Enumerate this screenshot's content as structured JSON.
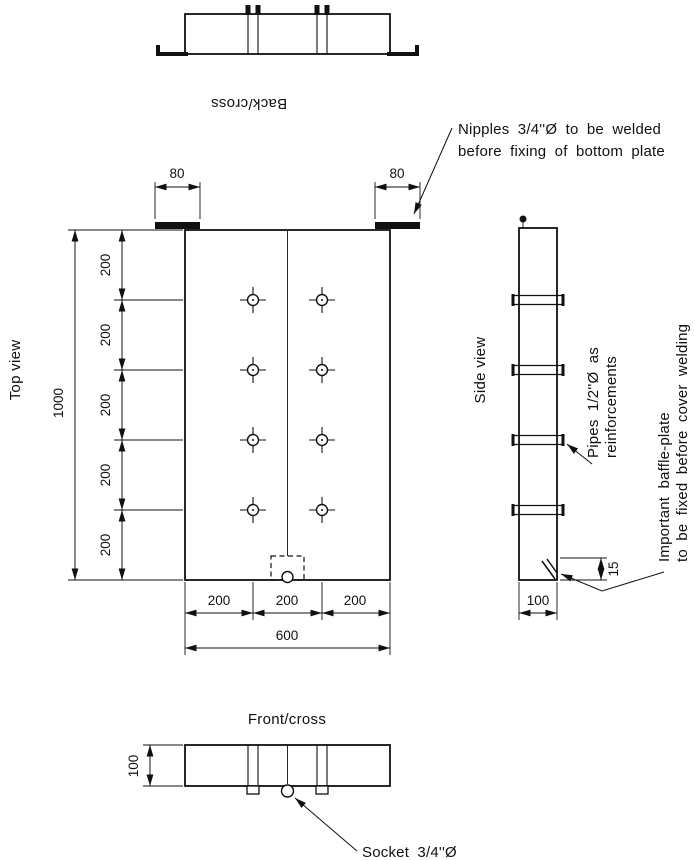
{
  "page": {
    "background": "#ffffff",
    "ink": "#111111"
  },
  "views": {
    "back_cross": {
      "label": "Back/cross"
    },
    "top": {
      "label": "Top view"
    },
    "side": {
      "label": "Side view"
    },
    "front_cross": {
      "label": "Front/cross"
    }
  },
  "annotations": {
    "nipples": {
      "line1": "Nipples 3/4''Ø to be welded",
      "line2": "before fixing of bottom plate"
    },
    "pipes": {
      "line1": "Pipes 1/2''Ø as",
      "line2": "reinforcements"
    },
    "baffle": {
      "line1": "Important baffle-plate",
      "line2": "to be fixed before cover welding"
    },
    "socket": {
      "label": "Socket 3/4''Ø"
    }
  },
  "dimensions": {
    "top_view": {
      "flange_left": "80",
      "flange_right": "80",
      "total_height": "1000",
      "height_segments": [
        "200",
        "200",
        "200",
        "200",
        "200"
      ],
      "width_segments": [
        "200",
        "200",
        "200"
      ],
      "total_width": "600"
    },
    "side_view": {
      "width": "100",
      "baffle_height": "15"
    },
    "front_view": {
      "height": "100"
    }
  }
}
